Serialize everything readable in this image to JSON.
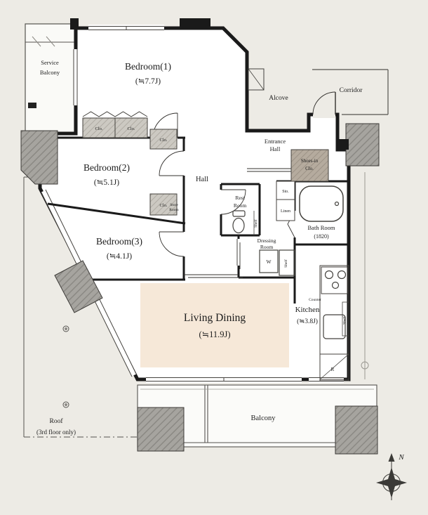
{
  "colors": {
    "page_bg": "#edebe5",
    "wall": "#1a1a1a",
    "floor": "#ffffff",
    "living_dining_fill": "#f6e8d8",
    "pillar": "#a6a49f",
    "closet": "#ccc9c2",
    "shoes_closet": "#b5ab9e"
  },
  "rooms": {
    "bedroom1": {
      "name": "Bedroom(1)",
      "size": "(≒7.7J)"
    },
    "bedroom2": {
      "name": "Bedroom(2)",
      "size": "(≒5.1J)"
    },
    "bedroom3": {
      "name": "Bedroom(3)",
      "size": "(≒4.1J)"
    },
    "living_dining": {
      "name": "Living Dining",
      "size": "(≒11.9J)"
    },
    "kitchen": {
      "name": "Kitchen",
      "size": "(≒3.8J)"
    },
    "bath_room": {
      "name": "Bath Room",
      "size": "(1820)"
    },
    "service_balcony": {
      "line1": "Service",
      "line2": "Balcony"
    },
    "entrance_hall": {
      "line1": "Entrance",
      "line2": "Hall"
    },
    "shoes_in_closet": {
      "line1": "Shoes-in",
      "line2": "Clo."
    },
    "rest_room": {
      "line1": "Rest",
      "line2": "Room"
    },
    "dressing_room": {
      "line1": "Dressing",
      "line2": "Room"
    },
    "store_room": {
      "line1": "Store",
      "line2": "Room"
    },
    "roof": {
      "line1": "Roof",
      "line2": "(3rd floor only)"
    },
    "hall": {
      "name": "Hall"
    },
    "alcove": {
      "name": "Alcove"
    },
    "corridor": {
      "name": "Corridor"
    },
    "balcony": {
      "name": "Balcony"
    }
  },
  "fixtures": {
    "closet_abbr": "Clo.",
    "storage_abbr": "Sto.",
    "linen": "Linen",
    "shelf": "Shelf",
    "counter": "Counter",
    "washer_abbr": "W",
    "refrigerator_abbr": "R"
  },
  "compass": {
    "north_label": "N"
  }
}
